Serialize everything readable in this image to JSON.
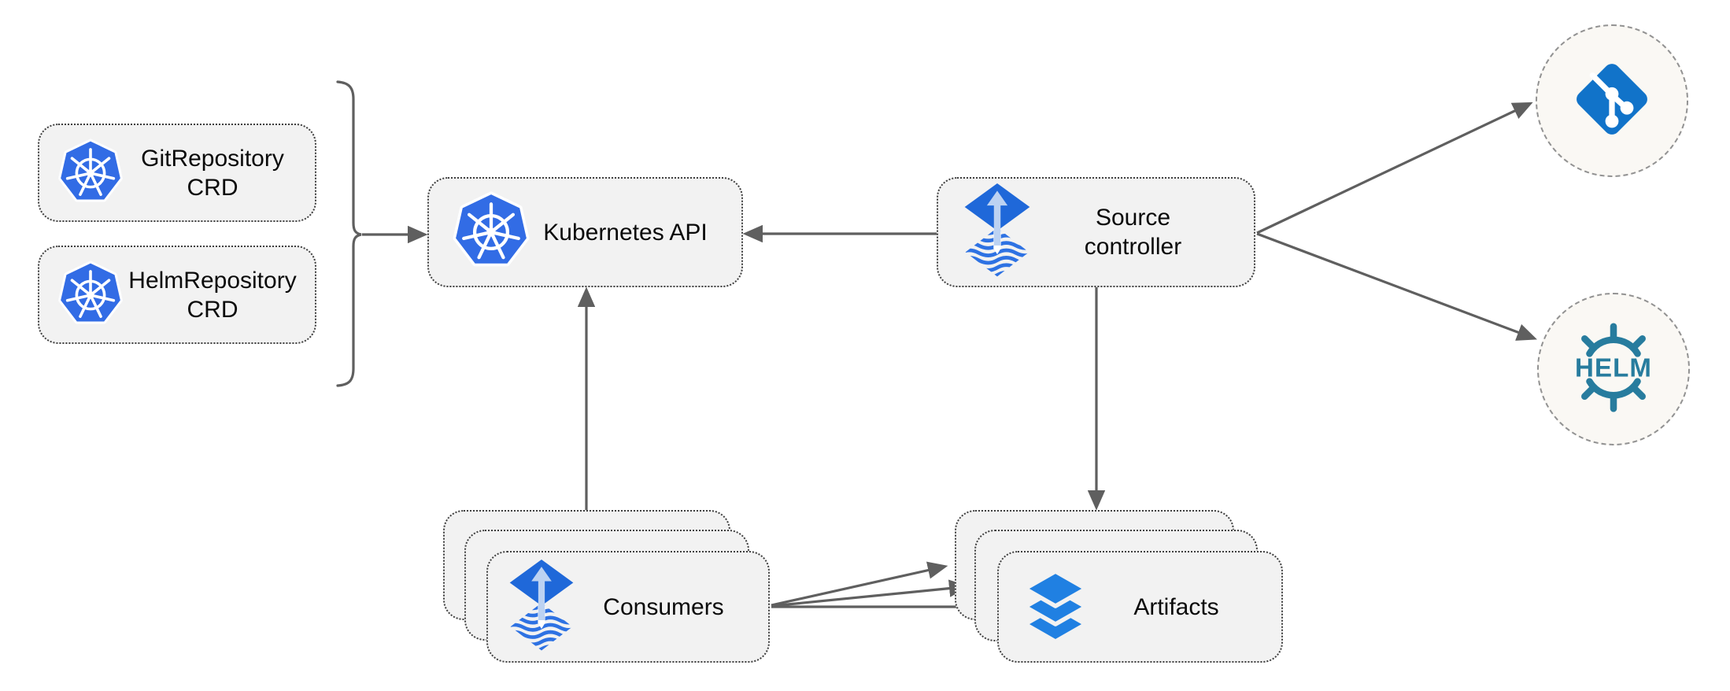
{
  "diagram": {
    "kind": "flux-source-controller-architecture"
  },
  "nodes": {
    "git_crd": {
      "line1": "GitRepository",
      "line2": "CRD",
      "icon": "kubernetes-icon"
    },
    "helm_crd": {
      "line1": "HelmRepository",
      "line2": "CRD",
      "icon": "kubernetes-icon"
    },
    "kubernetes_api": {
      "label": "Kubernetes API",
      "icon": "kubernetes-icon"
    },
    "source_controller": {
      "line1": "Source",
      "line2": "controller",
      "icon": "flux-icon"
    },
    "consumers": {
      "label": "Consumers",
      "stack_count": 3,
      "icon": "flux-icon"
    },
    "artifacts": {
      "label": "Artifacts",
      "stack_count": 3,
      "icon": "layers-icon"
    },
    "git_repository": {
      "label": "",
      "icon": "git-icon"
    },
    "helm_repository": {
      "label": "HELM",
      "icon": "helm-icon"
    }
  },
  "edges": [
    {
      "from": "git_crd+helm_crd (brace group)",
      "to": "kubernetes_api"
    },
    {
      "from": "source_controller",
      "to": "kubernetes_api"
    },
    {
      "from": "consumers",
      "to": "kubernetes_api"
    },
    {
      "from": "source_controller",
      "to": "artifacts"
    },
    {
      "from": "source_controller",
      "to": "git_repository"
    },
    {
      "from": "source_controller",
      "to": "helm_repository"
    },
    {
      "from": "consumers",
      "to": "artifacts",
      "count": 3
    }
  ],
  "colors": {
    "canvas": "#ffffff",
    "node_fill": "#f2f2f2",
    "node_border": "#3f3f3f",
    "circle_fill": "#faf8f4",
    "circle_border": "#929292",
    "connector": "#5f5f5f",
    "kubernetes_blue": "#326CE5",
    "flux_blue": "#1F68D9",
    "flux_arrow_light": "#BCD2F2",
    "flux_wave_blue": "#2E72E3",
    "git_blue": "#1173C9",
    "helm_teal": "#277C9E",
    "layers_blue": "#2080E2",
    "text": "#0a0a0a"
  }
}
